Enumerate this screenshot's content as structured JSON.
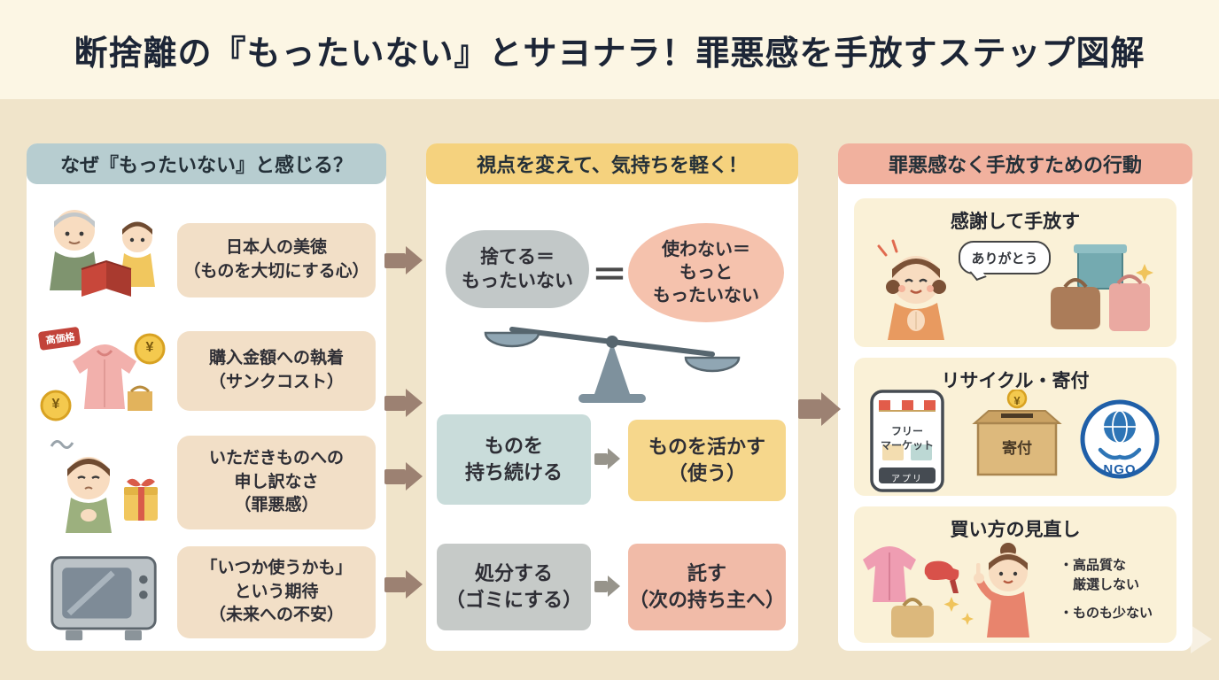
{
  "title": "断捨離の『もったいない』とサヨナラ！罪悪感を手放すステップ図解",
  "left": {
    "header": "なぜ『もったいない』と感じる？",
    "items": [
      {
        "icon": "grandparent-and-child-reading",
        "text": "日本人の美徳\n（ものを大切にする心）"
      },
      {
        "icon": "clothes-and-coins",
        "text": "購入金額への執着\n（サンクコスト）",
        "price_tag": "高価格",
        "yen": "¥"
      },
      {
        "icon": "worried-woman-with-gift",
        "text": "いただきものへの\n申し訳なさ\n（罪悪感）"
      },
      {
        "icon": "old-tv",
        "text": "「いつか使うかも」\nという期待\n（未来への不安）"
      }
    ]
  },
  "middle": {
    "header": "視点を変えて、気持ちを軽く！",
    "scale": {
      "left_bubble": "捨てる＝\nもったいない",
      "equals": "＝",
      "right_bubble": "使わない＝\nもっと\nもったいない"
    },
    "keep_box": "ものを\n持ち続ける",
    "use_box": "ものを活かす\n（使う）",
    "dispose_box": "処分する\n（ゴミにする）",
    "entrust_box": "託す\n（次の持ち主へ）"
  },
  "right": {
    "header": "罪悪感なく手放すための行動",
    "cards": [
      {
        "title": "感謝して手放す",
        "speech": "ありがとう"
      },
      {
        "title": "リサイクル・寄付",
        "phone_label": "フリー\nマーケット",
        "phone_footer": "アプリ",
        "donation_label": "寄付",
        "coin": "¥",
        "ngo_label": "NGO"
      },
      {
        "title": "買い方の見直し",
        "bullets": [
          "・高品質な\n　厳選しない",
          "・ものも少ない"
        ]
      }
    ]
  }
}
